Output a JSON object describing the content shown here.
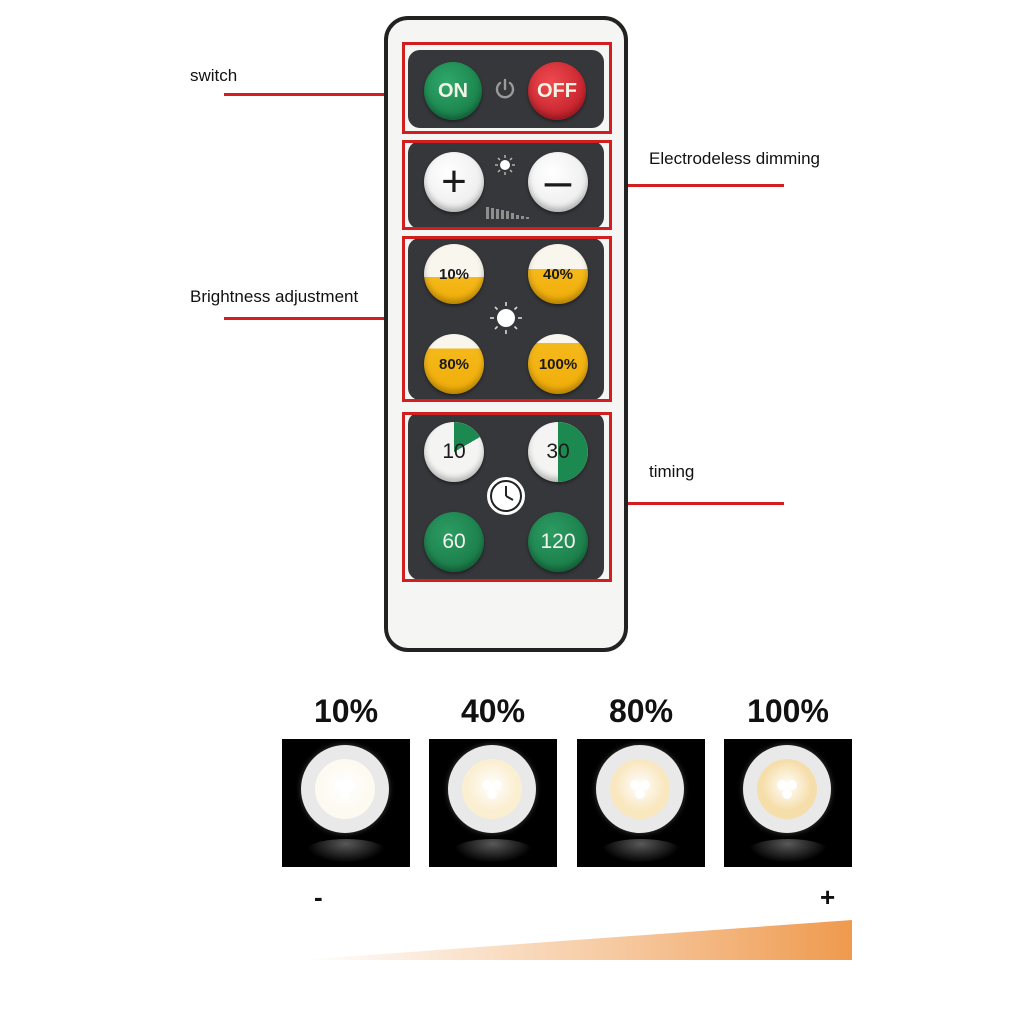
{
  "annotations": {
    "switch": "switch",
    "dimming": "Electrodeless dimming",
    "brightness": "Brightness adjustment",
    "timing": "timing"
  },
  "remote": {
    "power": {
      "on": "ON",
      "off": "OFF"
    },
    "dimming": {
      "plus": "+",
      "minus": "–"
    },
    "brightness": [
      {
        "label": "10%",
        "level": 0.1
      },
      {
        "label": "40%",
        "level": 0.4
      },
      {
        "label": "80%",
        "level": 0.8
      },
      {
        "label": "100%",
        "level": 1.0
      }
    ],
    "timers": [
      {
        "label": "10"
      },
      {
        "label": "30"
      },
      {
        "label": "60"
      },
      {
        "label": "120"
      }
    ]
  },
  "demo": {
    "levels": [
      {
        "label": "10%",
        "glow": "#fdfaf1"
      },
      {
        "label": "40%",
        "glow": "#fbefd2"
      },
      {
        "label": "80%",
        "glow": "#f9e7c0"
      },
      {
        "label": "100%",
        "glow": "#f6deaa"
      }
    ],
    "minus": "-",
    "plus": "+"
  },
  "colors": {
    "accent_red": "#d11f1f",
    "panel": "#35373b",
    "green": "#1c8a50",
    "yellow": "#f5b91b",
    "ramp": "#ef9a4e"
  }
}
